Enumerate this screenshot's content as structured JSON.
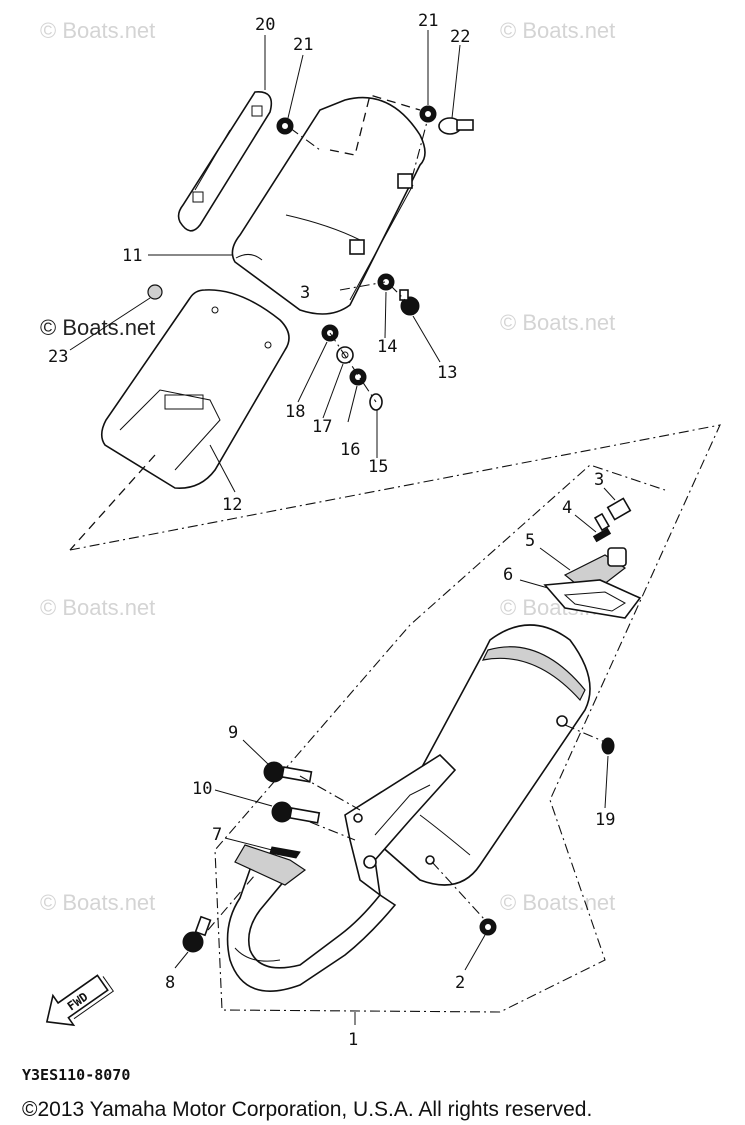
{
  "diagram": {
    "drawing_code": "Y3ES110-8070",
    "copyright": "©2013 Yamaha Motor Corporation, U.S.A. All rights reserved.",
    "watermark_text": "© Boats.net",
    "direction_arrow_text": "FWD",
    "part_labels": {
      "p1": "1",
      "p2": "2",
      "p3a": "3",
      "p3b": "3",
      "p4": "4",
      "p5": "5",
      "p6": "6",
      "p7": "7",
      "p8": "8",
      "p9": "9",
      "p10": "10",
      "p11": "11",
      "p12": "12",
      "p13": "13",
      "p14": "14",
      "p15": "15",
      "p16": "16",
      "p17": "17",
      "p18": "18",
      "p19": "19",
      "p20": "20",
      "p21a": "21",
      "p21b": "21",
      "p22": "22",
      "p23": "23"
    }
  }
}
